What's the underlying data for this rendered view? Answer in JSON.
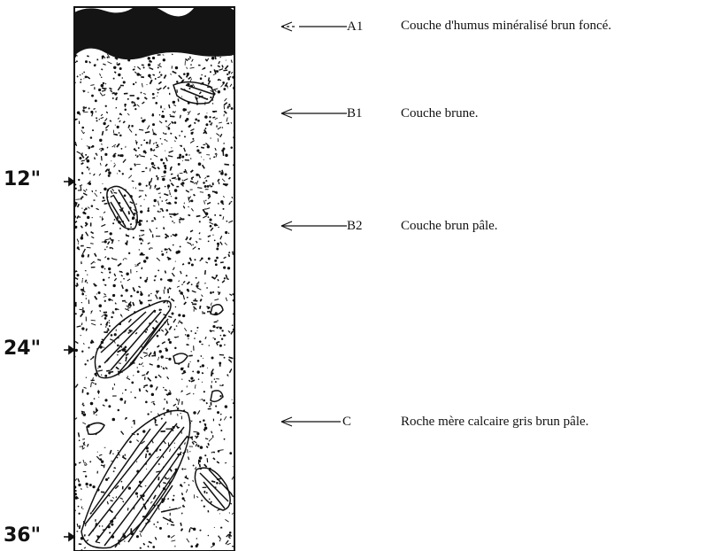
{
  "depth_marks": [
    {
      "label": "12\""
    },
    {
      "label": "24\""
    },
    {
      "label": "36\""
    }
  ],
  "horizons": [
    {
      "code": "A1",
      "description": "Couche d'humus minéralisé brun foncé."
    },
    {
      "code": "B1",
      "description": "Couche brune."
    },
    {
      "code": "B2",
      "description": "Couche brun pâle."
    },
    {
      "code": "C",
      "description": "Roche mère calcaire gris brun pâle."
    }
  ],
  "colors": {
    "ink": "#111111",
    "humus": "#141414",
    "paper": "#ffffff"
  }
}
